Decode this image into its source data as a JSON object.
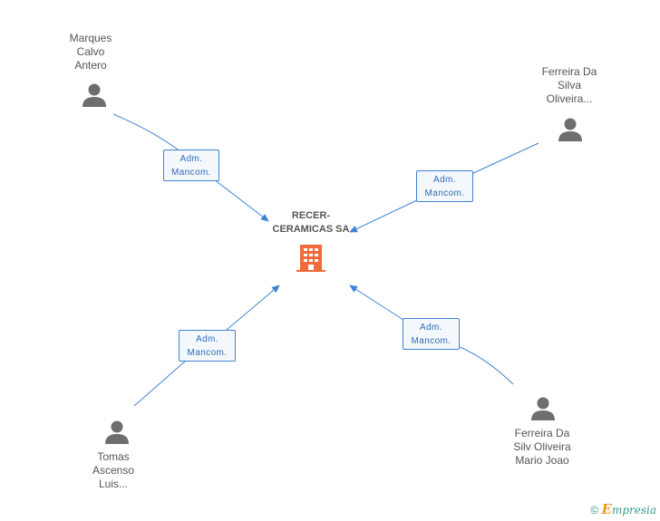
{
  "company": {
    "name_line1": "RECER-",
    "name_line2": "CERAMICAS SA",
    "icon": "building-icon",
    "color": "#f26a3a"
  },
  "people": [
    {
      "name": "Marques\nCalvo\nAntero",
      "icon": "person-icon"
    },
    {
      "name": "Ferreira Da\nSilva\nOliveira...",
      "icon": "person-icon"
    },
    {
      "name": "Tomas\nAscenso\nLuis...",
      "icon": "person-icon"
    },
    {
      "name": "Ferreira Da\nSilv Oliveira\nMario Joao",
      "icon": "person-icon"
    }
  ],
  "relations": [
    {
      "line1": "Adm.",
      "line2": "Mancom."
    },
    {
      "line1": "Adm.",
      "line2": "Mancom."
    },
    {
      "line1": "Adm.",
      "line2": "Mancom."
    },
    {
      "line1": "Adm.",
      "line2": "Mancom."
    }
  ],
  "footer": {
    "copyright_symbol": "©",
    "brand_initial": "E",
    "brand_rest": "mpresia"
  },
  "colors": {
    "link": "#3f84d4",
    "icon": "#6e6e6e",
    "text": "#555555"
  }
}
